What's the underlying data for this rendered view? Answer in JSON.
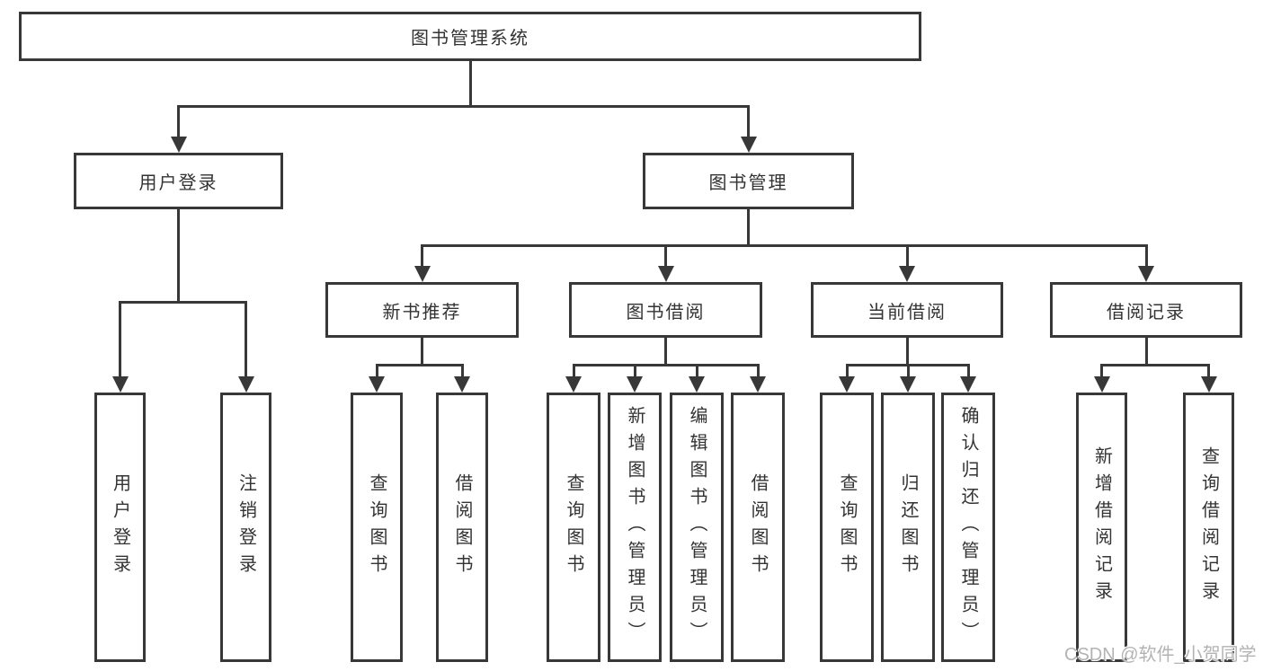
{
  "tree": {
    "root": {
      "label": "图书管理系统",
      "children": [
        {
          "label": "用户登录",
          "children": [
            {
              "label": "用户登录"
            },
            {
              "label": "注销登录"
            }
          ]
        },
        {
          "label": "图书管理",
          "children": [
            {
              "label": "新书推荐",
              "children": [
                {
                  "label": "查询图书"
                },
                {
                  "label": "借阅图书"
                }
              ]
            },
            {
              "label": "图书借阅",
              "children": [
                {
                  "label": "查询图书"
                },
                {
                  "label": "新增图书（管理员）"
                },
                {
                  "label": "编辑图书（管理员）"
                },
                {
                  "label": "借阅图书"
                }
              ]
            },
            {
              "label": "当前借阅",
              "children": [
                {
                  "label": "查询图书"
                },
                {
                  "label": "归还图书"
                },
                {
                  "label": "确认归还（管理员）"
                }
              ]
            },
            {
              "label": "借阅记录",
              "children": [
                {
                  "label": "新增借阅记录"
                },
                {
                  "label": "查询借阅记录"
                }
              ]
            }
          ]
        }
      ]
    }
  },
  "watermark": {
    "text": "CSDN @软件_小贺同学"
  },
  "colors": {
    "line": "#383838",
    "box_border": "#383838",
    "text": "#333333",
    "watermark_text": "#b3b3b3",
    "background": "#ffffff"
  }
}
